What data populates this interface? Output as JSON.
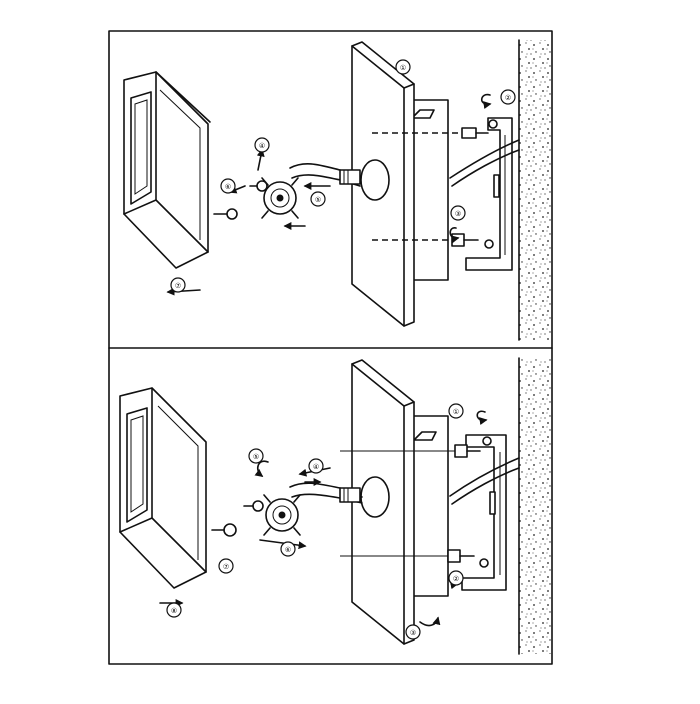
{
  "diagram": {
    "step_top": {
      "markers": [
        "①",
        "②",
        "③",
        "④",
        "⑤",
        "⑥",
        "⑦"
      ]
    },
    "step_bottom": {
      "markers": [
        "①",
        "②",
        "③",
        "④",
        "⑤",
        "⑥",
        "⑦",
        "⑧"
      ]
    }
  }
}
